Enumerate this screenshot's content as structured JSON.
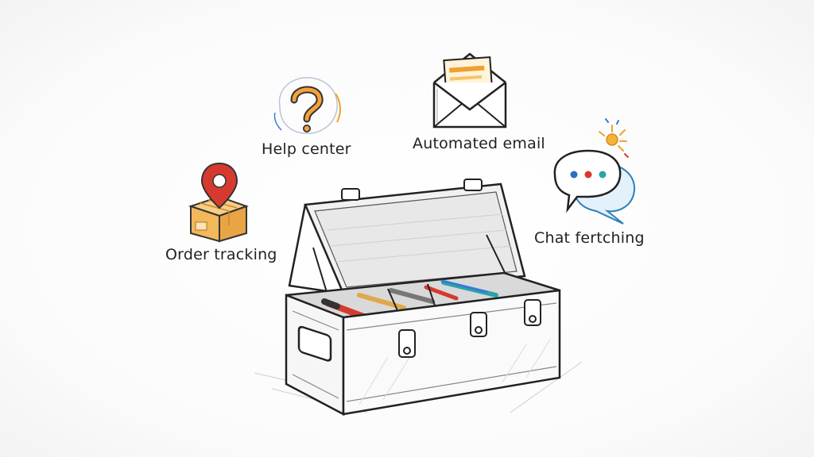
{
  "labels": {
    "help": "Help center",
    "email": "Automated email",
    "chat": "Chat fertching",
    "order": "Order tracking"
  },
  "icons": {
    "help": "question-mark-icon",
    "email": "envelope-icon",
    "chat": "speech-bubble-icon",
    "order": "package-location-icon",
    "toolbox": "open-toolbox-illustration"
  },
  "colors": {
    "ink": "#222222",
    "orange": "#f0a030",
    "red": "#d63a2e",
    "blue": "#3a7ad6",
    "teal": "#2aa6a6",
    "cardboard": "#f3b85a"
  }
}
